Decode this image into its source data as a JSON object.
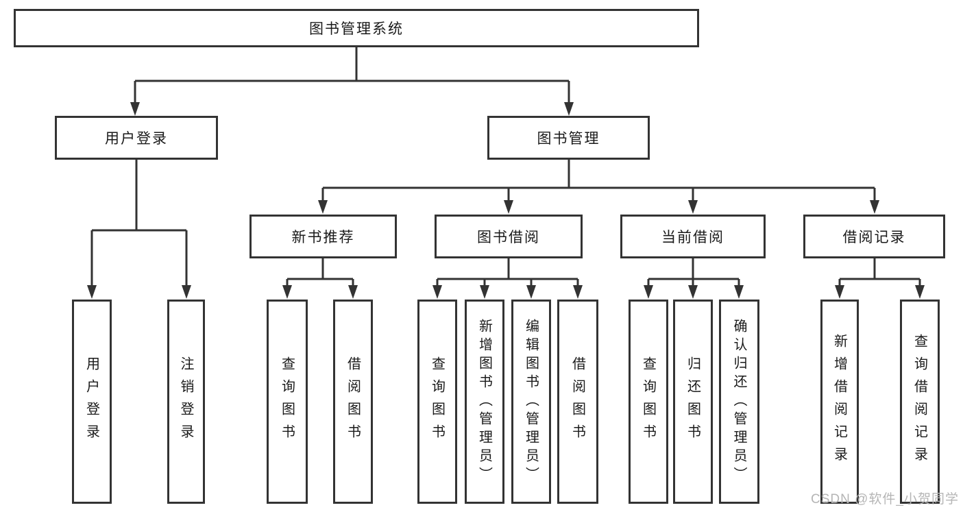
{
  "nodes": {
    "root": "图书管理系统",
    "level2": [
      "用户登录",
      "图书管理"
    ],
    "level3": [
      "新书推荐",
      "图书借阅",
      "当前借阅",
      "借阅记录"
    ],
    "user_login_children": [
      "用户登录",
      "注销登录"
    ],
    "new_book_children": [
      "查询图书",
      "借阅图书"
    ],
    "book_borrow_children": [
      "查询图书",
      "新增图书（管理员）",
      "编辑图书（管理员）",
      "借阅图书"
    ],
    "current_borrow_children": [
      "查询图书",
      "归还图书",
      "确认归还（管理员）"
    ],
    "borrow_record_children": [
      "新增借阅记录",
      "查询借阅记录"
    ]
  },
  "watermark": "CSDN @软件_小贺同学",
  "colors": {
    "line": "#333333",
    "text": "#1a1a1a",
    "background": "#ffffff",
    "watermark": "#b5b5b5"
  }
}
